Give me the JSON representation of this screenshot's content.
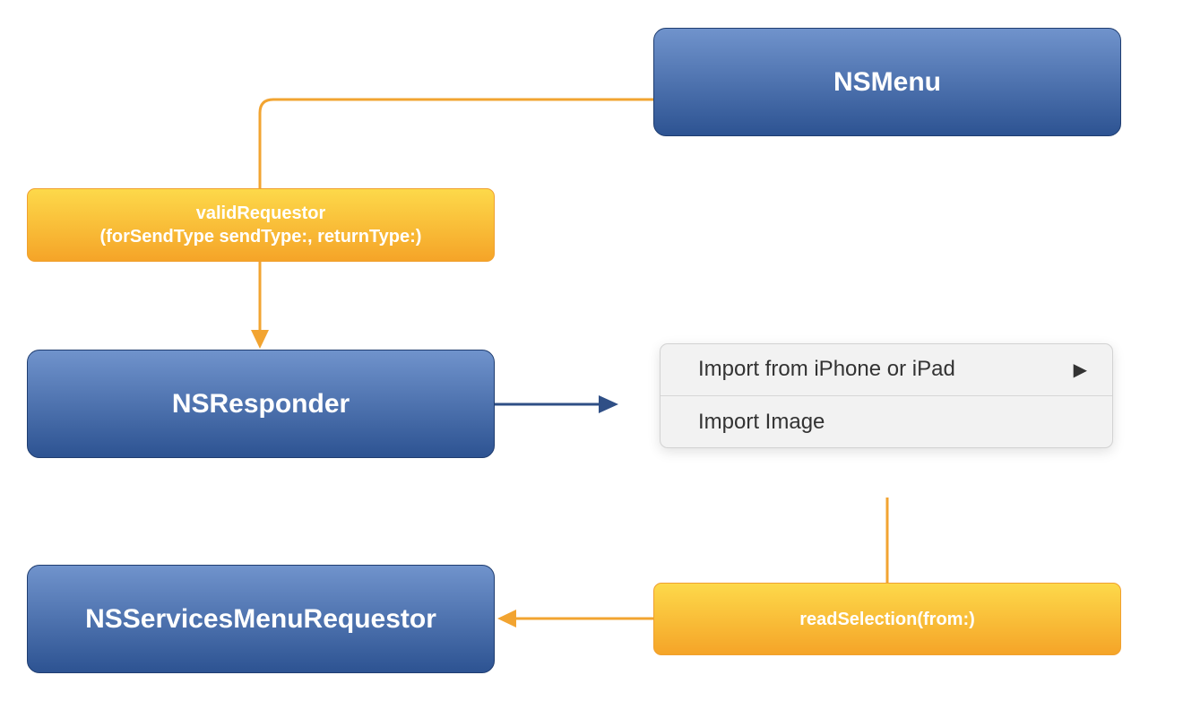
{
  "nodes": {
    "nsmenu": "NSMenu",
    "nsresponder": "NSResponder",
    "requestor": "NSServicesMenuRequestor"
  },
  "calls": {
    "valid_line1": "validRequestor",
    "valid_line2": "(forSendType sendType:, returnType:)",
    "read": "readSelection(from:)"
  },
  "menu": {
    "items": [
      {
        "label": "Import from iPhone or iPad",
        "has_submenu": true
      },
      {
        "label": "Import Image",
        "has_submenu": false
      }
    ]
  },
  "colors": {
    "blue_box": "#2d5392",
    "orange_box": "#f5a428",
    "orange_line": "#f2a431",
    "blue_line": "#2f4f86"
  }
}
